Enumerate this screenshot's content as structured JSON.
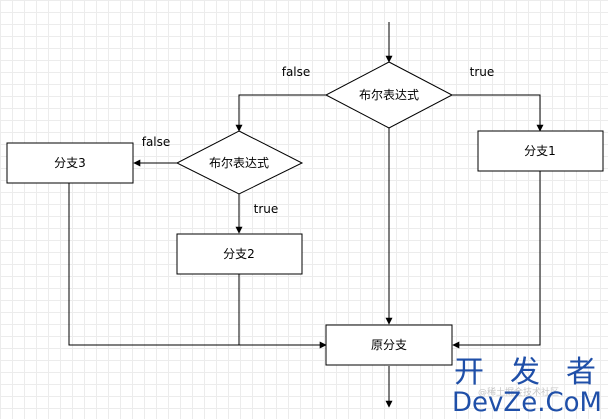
{
  "nodes": {
    "decision_top": "布尔表达式",
    "decision_left": "布尔表达式",
    "branch1": "分支1",
    "branch2": "分支2",
    "branch3": "分支3",
    "merge": "原分支"
  },
  "edge_labels": {
    "top_false": "false",
    "top_true": "true",
    "left_false": "false",
    "left_true": "true"
  },
  "watermark": {
    "chars": [
      "开",
      "发",
      "者"
    ],
    "site": "DevZe.CoM",
    "subtext": "@稀土掘金技术社区"
  }
}
